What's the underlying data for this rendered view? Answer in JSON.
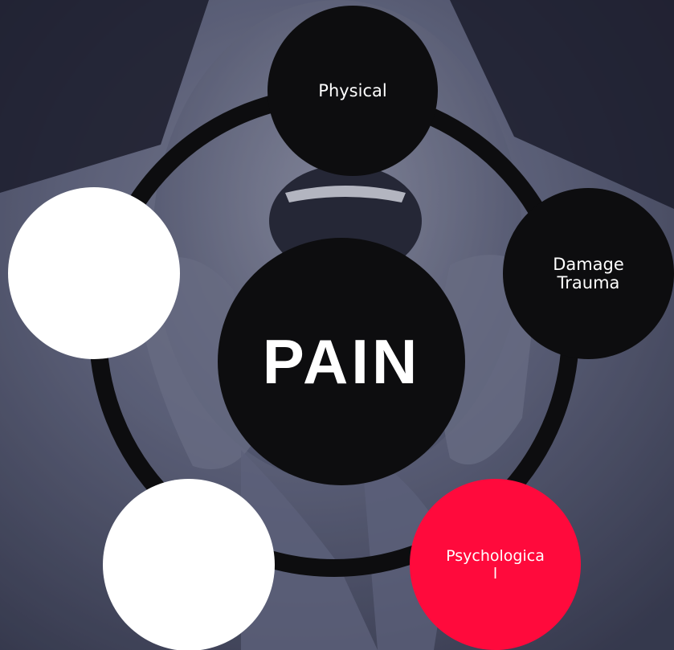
{
  "diagram": {
    "center_label": "PAIN",
    "nodes": {
      "physical": {
        "label": "Physical"
      },
      "damage": {
        "line1": "Damage",
        "line2": "Trauma"
      },
      "psychological": {
        "line1": "Psychologica",
        "line2": "l"
      },
      "blank_left": {
        "label": ""
      },
      "blank_bottom": {
        "label": ""
      }
    }
  },
  "colors": {
    "background_photo_tint": "#5e6480",
    "dark_node": "#0d0d0f",
    "accent_node": "#ff0a3c",
    "blank_node": "#ffffff",
    "text": "#ffffff"
  }
}
